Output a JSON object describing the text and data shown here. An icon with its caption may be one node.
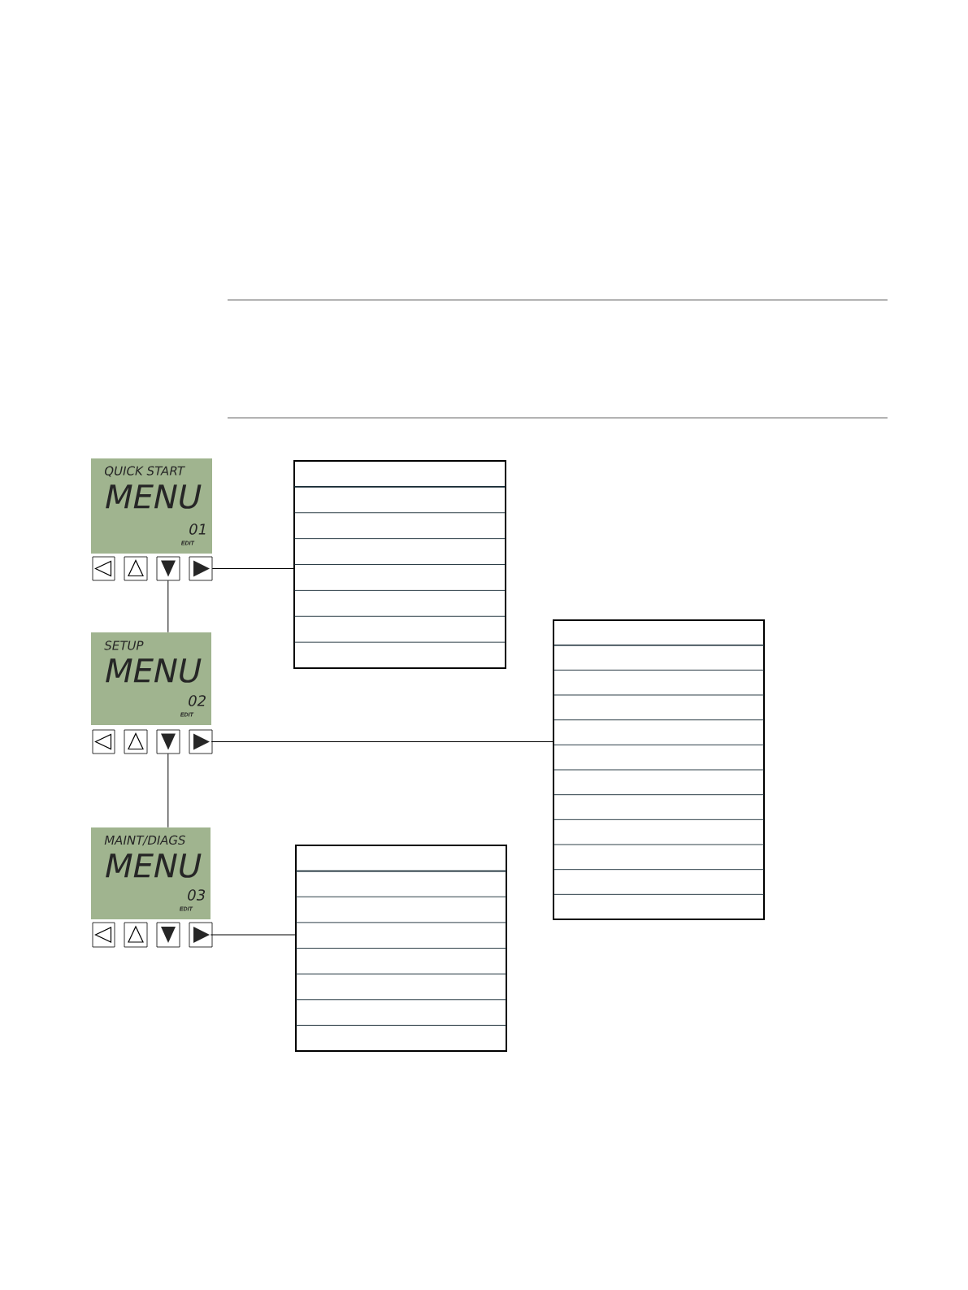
{
  "diagram": {
    "nodes": [
      {
        "text": [
          "QUICK START",
          "MENU",
          "01",
          "EDIT"
        ]
      },
      {
        "text": [],
        "shape": "box"
      },
      {
        "text": [
          "SETUP",
          "MENU",
          "02",
          "EDIT"
        ]
      },
      {
        "text": [],
        "shape": "box"
      },
      {
        "text": [
          "MAINT/DIAGS",
          "MENU",
          "03",
          "EDIT"
        ]
      },
      {
        "text": [],
        "shape": "box"
      }
    ],
    "edges": [
      {
        "from": 0,
        "to": 1,
        "arrow": "none"
      },
      {
        "from": 0,
        "to": 2,
        "arrow": "none"
      },
      {
        "from": 2,
        "to": 3,
        "arrow": "none"
      },
      {
        "from": 2,
        "to": 4,
        "arrow": "none"
      },
      {
        "from": 4,
        "to": 5,
        "arrow": "none"
      }
    ]
  }
}
